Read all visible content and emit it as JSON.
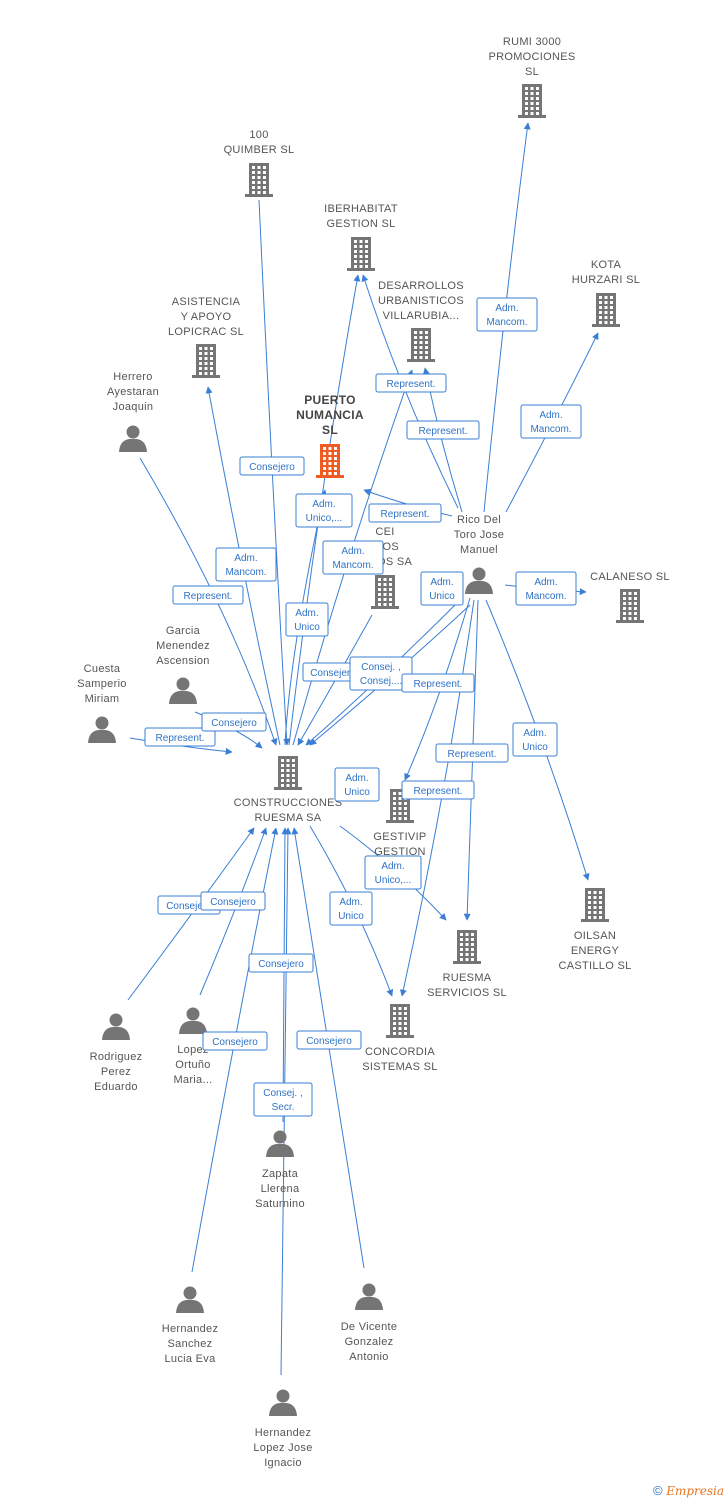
{
  "colors": {
    "edge": "#3a7fd5",
    "node": "#757575",
    "focus": "#f05a23",
    "label": "#555555"
  },
  "nodes": [
    {
      "id": "construcciones",
      "type": "company",
      "label": [
        "CONSTRUCCIONES",
        "RUESMA SA"
      ]
    },
    {
      "id": "puerto",
      "type": "company",
      "focus": true,
      "label": [
        "PUERTO",
        "NUMANCIA",
        "SL"
      ]
    },
    {
      "id": "rumi",
      "type": "company",
      "label": [
        "RUMI 3000",
        "PROMOCIONES",
        "SL"
      ]
    },
    {
      "id": "quimber",
      "type": "company",
      "label": [
        "100",
        "QUIMBER SL"
      ]
    },
    {
      "id": "iberhabitat",
      "type": "company",
      "label": [
        "IBERHABITAT",
        "GESTION SL"
      ]
    },
    {
      "id": "desarrollos",
      "type": "company",
      "label": [
        "DESARROLLOS",
        "URBANISTICOS",
        "VILLARUBIA..."
      ]
    },
    {
      "id": "kota",
      "type": "company",
      "label": [
        "KOTA",
        "HURZARI SL"
      ]
    },
    {
      "id": "asistencia",
      "type": "company",
      "label": [
        "ASISTENCIA",
        "Y APOYO",
        "LOPICRAC SL"
      ]
    },
    {
      "id": "cei",
      "type": "company",
      "label": [
        "CEI",
        "DIOS",
        "ARIOS SA"
      ]
    },
    {
      "id": "calaneso",
      "type": "company",
      "label": [
        "CALANESO SL"
      ]
    },
    {
      "id": "gestivip",
      "type": "company",
      "label": [
        "GESTIVIP",
        "GESTION"
      ]
    },
    {
      "id": "oilsan",
      "type": "company",
      "label": [
        "OILSAN",
        "ENERGY",
        "CASTILLO SL"
      ]
    },
    {
      "id": "ruesma_serv",
      "type": "company",
      "label": [
        "RUESMA",
        "SERVICIOS SL"
      ]
    },
    {
      "id": "concordia",
      "type": "company",
      "label": [
        "CONCORDIA",
        "SISTEMAS SL"
      ]
    },
    {
      "id": "herrero",
      "type": "person",
      "label": [
        "Herrero",
        "Ayestaran",
        "Joaquin"
      ]
    },
    {
      "id": "rico",
      "type": "person",
      "label": [
        "Rico Del",
        "Toro Jose",
        "Manuel"
      ]
    },
    {
      "id": "garcia",
      "type": "person",
      "label": [
        "Garcia",
        "Menendez",
        "Ascension"
      ]
    },
    {
      "id": "cuesta",
      "type": "person",
      "label": [
        "Cuesta",
        "Samperio",
        "Miriam"
      ]
    },
    {
      "id": "rodriguez",
      "type": "person",
      "label": [
        "Rodriguez",
        "Perez",
        "Eduardo"
      ]
    },
    {
      "id": "lopez_ortuno",
      "type": "person",
      "label": [
        "Lopez",
        "Ortuño",
        "Maria..."
      ]
    },
    {
      "id": "zapata",
      "type": "person",
      "label": [
        "Zapata",
        "Llerena",
        "Saturnino"
      ]
    },
    {
      "id": "hernandez_sanchez",
      "type": "person",
      "label": [
        "Hernandez",
        "Sanchez",
        "Lucia Eva"
      ]
    },
    {
      "id": "de_vicente",
      "type": "person",
      "label": [
        "De Vicente",
        "Gonzalez",
        "Antonio"
      ]
    },
    {
      "id": "hernandez_lopez",
      "type": "person",
      "label": [
        "Hernandez",
        "Lopez Jose",
        "Ignacio"
      ]
    }
  ],
  "edge_labels": [
    [
      "Consejero"
    ],
    [
      "Adm.",
      "Unico,..."
    ],
    [
      "Adm.",
      "Mancom."
    ],
    [
      "Represent."
    ],
    [
      "Adm.",
      "Mancom."
    ],
    [
      "Adm.",
      "Unico"
    ],
    [
      "Consejero"
    ],
    [
      "Consej. ,",
      "Consej...."
    ],
    [
      "Represent."
    ],
    [
      "Represent."
    ],
    [
      "Represent."
    ],
    [
      "Adm.",
      "Mancom."
    ],
    [
      "Adm.",
      "Mancom."
    ],
    [
      "Represent."
    ],
    [
      "Adm.",
      "Unico"
    ],
    [
      "Adm.",
      "Mancom."
    ],
    [
      "Represent."
    ],
    [
      "Adm.",
      "Unico"
    ],
    [
      "Represent."
    ],
    [
      "Adm.",
      "Unico"
    ],
    [
      "Represent."
    ],
    [
      "Adm.",
      "Unico,..."
    ],
    [
      "Adm.",
      "Unico"
    ],
    [
      "Consejero"
    ],
    [
      "Represent."
    ],
    [
      "Consejero"
    ],
    [
      "Consejero"
    ],
    [
      "Consejero"
    ],
    [
      "Consejero"
    ],
    [
      "Consejero"
    ],
    [
      "Consej. ,",
      "Secr."
    ]
  ],
  "footer": {
    "copyright": "©",
    "brand": "Empresia"
  }
}
